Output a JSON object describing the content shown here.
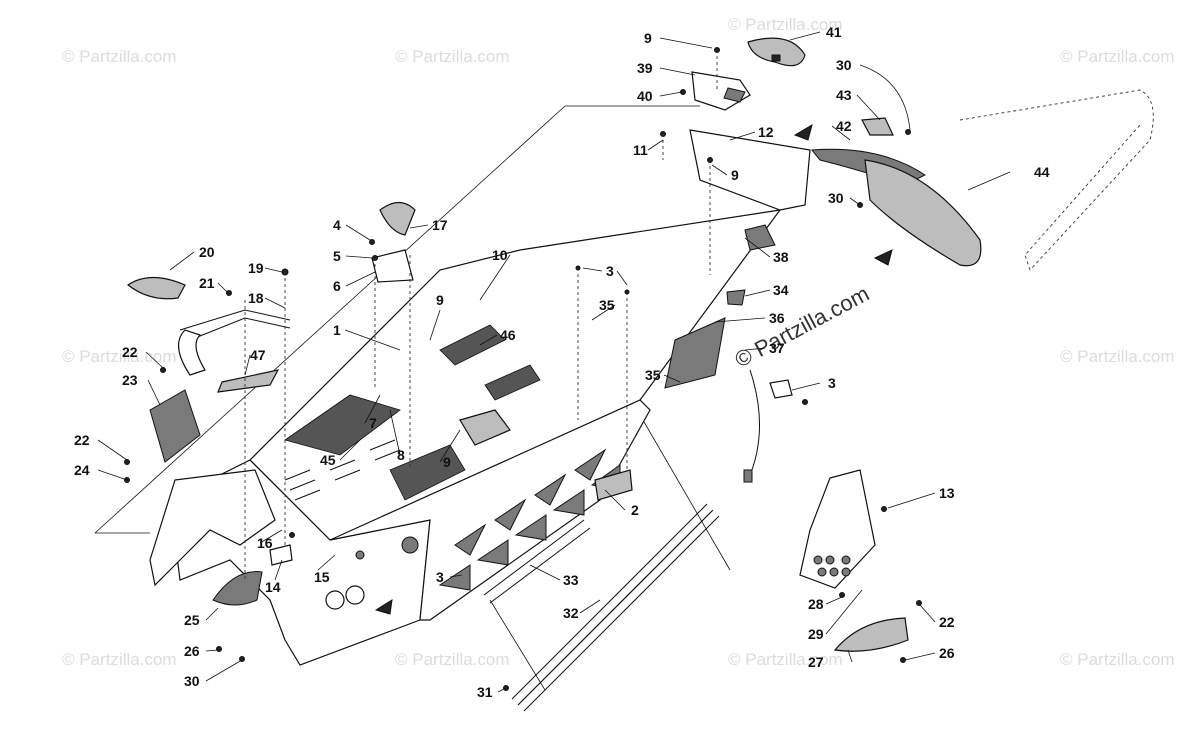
{
  "watermark": {
    "small": "© Partzilla.com",
    "large": "© Partzilla.com"
  },
  "callouts": [
    "9",
    "41",
    "39",
    "40",
    "30",
    "43",
    "42",
    "12",
    "11",
    "9",
    "44",
    "30",
    "4",
    "17",
    "5",
    "6",
    "20",
    "21",
    "19",
    "18",
    "10",
    "3",
    "38",
    "34",
    "35",
    "9",
    "1",
    "36",
    "37",
    "46",
    "22",
    "47",
    "23",
    "35",
    "3",
    "7",
    "22",
    "45",
    "8",
    "9",
    "24",
    "2",
    "16",
    "14",
    "15",
    "13",
    "3",
    "33",
    "25",
    "32",
    "28",
    "29",
    "22",
    "26",
    "30",
    "27",
    "26",
    "31"
  ]
}
